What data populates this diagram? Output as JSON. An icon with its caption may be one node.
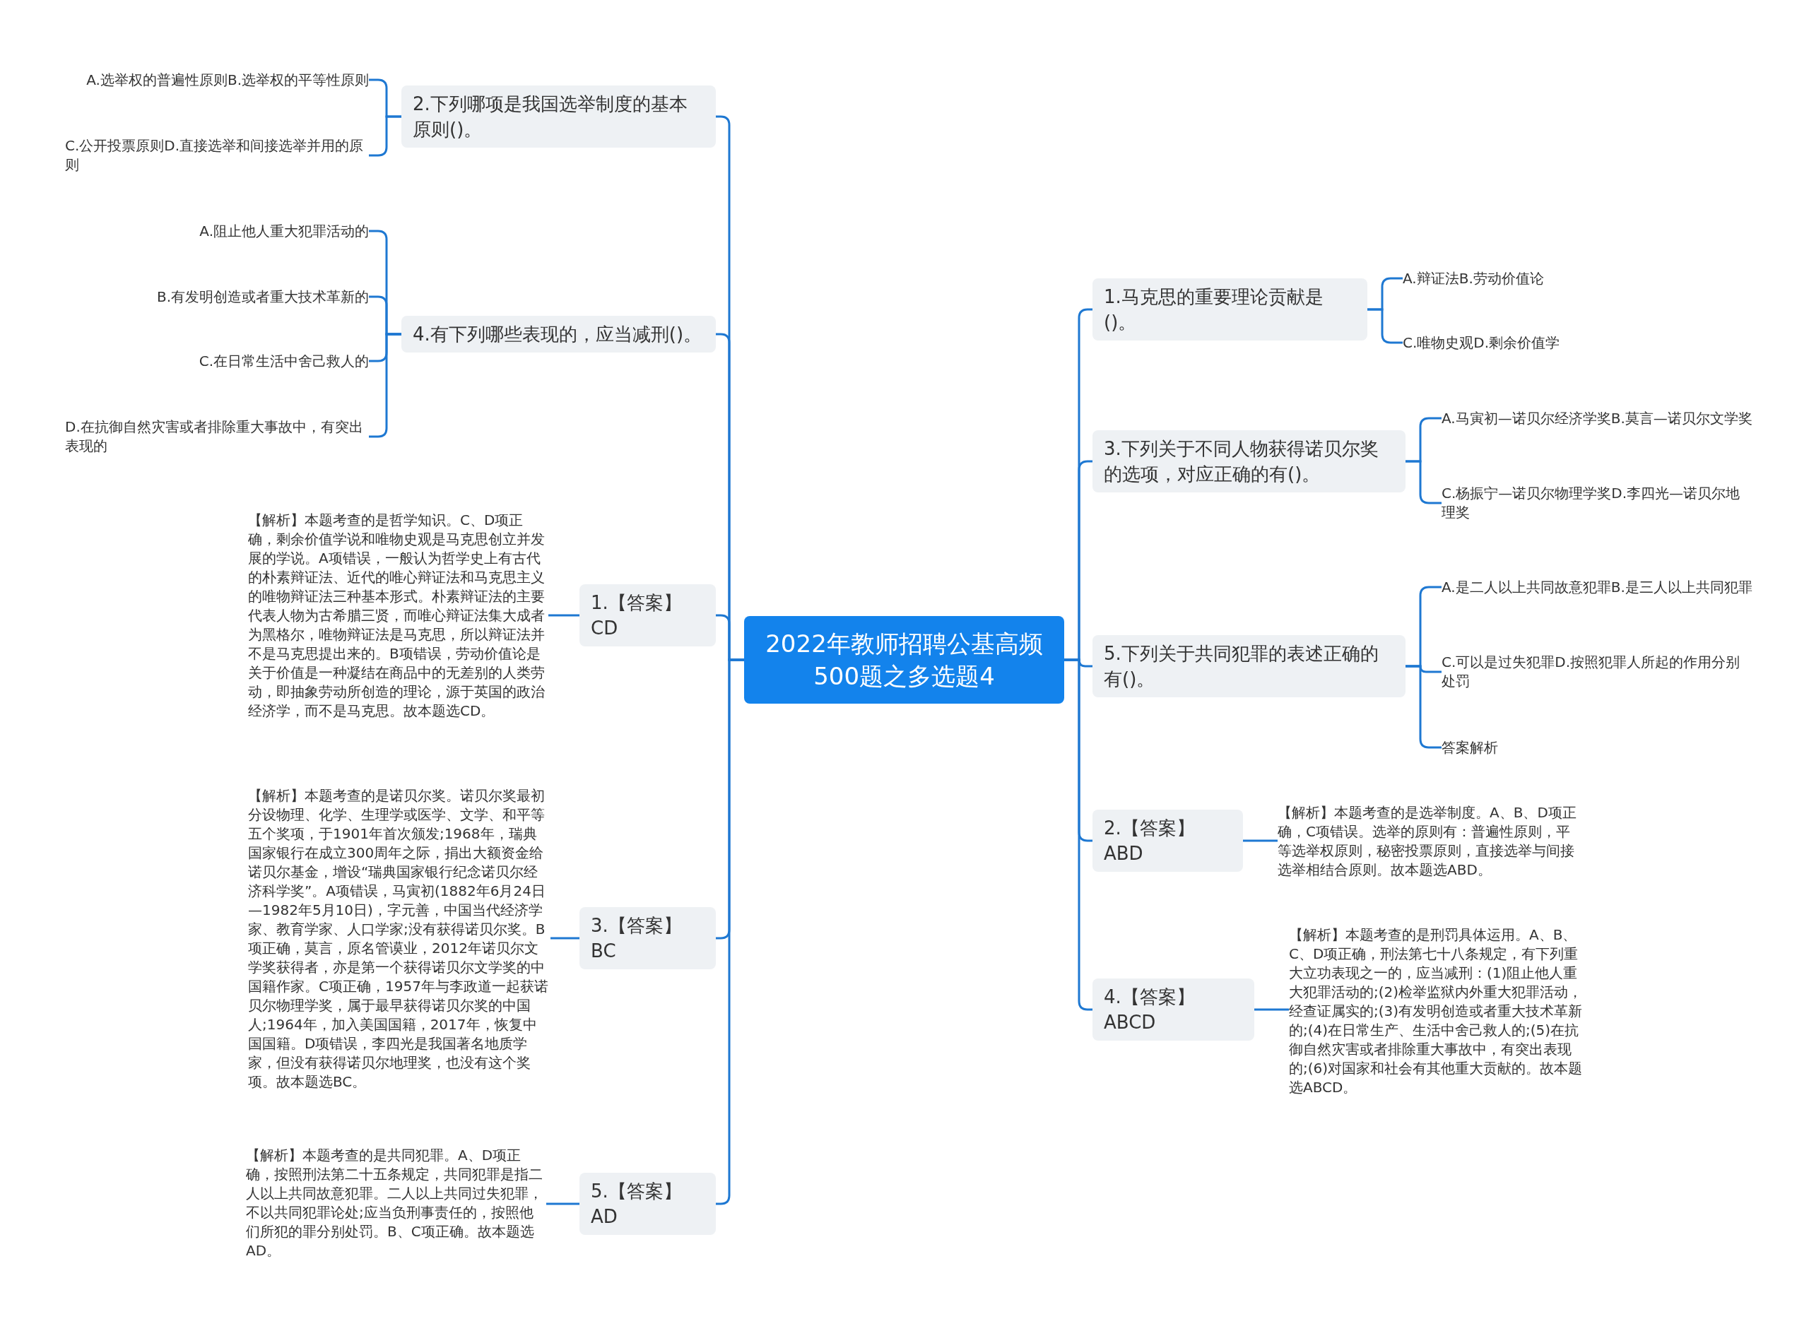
{
  "diagram": {
    "nodes": [
      {
        "text": [
          "2022年教师招聘公基高频500题之多选题4"
        ]
      },
      {
        "text": [
          "2.下列哪项是我国选举制度的基本原则()。"
        ]
      },
      {
        "text": [
          "A.选举权的普遍性原则B.选举权的平等性原则"
        ]
      },
      {
        "text": [
          "C.公开投票原则D.直接选举和间接选举并用的原则"
        ]
      },
      {
        "text": [
          "4.有下列哪些表现的，应当减刑()。"
        ]
      },
      {
        "text": [
          "A.阻止他人重大犯罪活动的"
        ]
      },
      {
        "text": [
          "B.有发明创造或者重大技术革新的"
        ]
      },
      {
        "text": [
          "C.在日常生活中舍己救人的"
        ]
      },
      {
        "text": [
          "D.在抗御自然灾害或者排除重大事故中，有突出表现的"
        ]
      },
      {
        "text": [
          "1.【答案】CD"
        ]
      },
      {
        "text": [
          "【解析】本题考查的是哲学知识。C、D项正确，剩余价值学说和唯物史观是马克思创立并发展的学说。A项错误，一般认为哲学史上有古代的朴素辩证法、近代的唯心辩证法和马克思主义的唯物辩证法三种基本形式。朴素辩证法的主要代表人物为古希腊三贤，而唯心辩证法集大成者为黑格尔，唯物辩证法是马克思，所以辩证法并不是马克思提出来的。B项错误，劳动价值论是关于价值是一种凝结在商品中的无差别的人类劳动，即抽象劳动所创造的理论，源于英国的政治经济学，而不是马克思。故本题选CD。"
        ]
      },
      {
        "text": [
          "3.【答案】BC"
        ]
      },
      {
        "text": [
          "【解析】本题考查的是诺贝尔奖。诺贝尔奖最初分设物理、化学、生理学或医学、文学、和平等五个奖项，于1901年首次颁发;1968年，瑞典国家银行在成立300周年之际，捐出大额资金给诺贝尔基金，增设“瑞典国家银行纪念诺贝尔经济科学奖”。A项错误，马寅初(1882年6月24日—1982年5月10日)，字元善，中国当代经济学家、教育学家、人口学家;没有获得诺贝尔奖。B项正确，莫言，原名管谟业，2012年诺贝尔文学奖获得者，亦是第一个获得诺贝尔文学奖的中国籍作家。C项正确，1957年与李政道一起获诺贝尔物理学奖，属于最早获得诺贝尔奖的中国人;1964年，加入美国国籍，2017年，恢复中国国籍。D项错误，李四光是我国著名地质学家，但没有获得诺贝尔地理奖，也没有这个奖项。故本题选BC。"
        ]
      },
      {
        "text": [
          "5.【答案】AD"
        ]
      },
      {
        "text": [
          "【解析】本题考查的是共同犯罪。A、D项正确，按照刑法第二十五条规定，共同犯罪是指二人以上共同故意犯罪。二人以上共同过失犯罪，不以共同犯罪论处;应当负刑事责任的，按照他们所犯的罪分别处罚。B、C项正确。故本题选AD。"
        ]
      },
      {
        "text": [
          "1.马克思的重要理论贡献是()。"
        ]
      },
      {
        "text": [
          "A.辩证法B.劳动价值论"
        ]
      },
      {
        "text": [
          "C.唯物史观D.剩余价值学"
        ]
      },
      {
        "text": [
          "3.下列关于不同人物获得诺贝尔奖的选项，对应正确的有()。"
        ]
      },
      {
        "text": [
          "A.马寅初—诺贝尔经济学奖B.莫言—诺贝尔文学奖"
        ]
      },
      {
        "text": [
          "C.杨振宁—诺贝尔物理学奖D.李四光—诺贝尔地理奖"
        ]
      },
      {
        "text": [
          "5.下列关于共同犯罪的表述正确的有()。"
        ]
      },
      {
        "text": [
          "A.是二人以上共同故意犯罪B.是三人以上共同犯罪"
        ]
      },
      {
        "text": [
          "C.可以是过失犯罪D.按照犯罪人所起的作用分别处罚"
        ]
      },
      {
        "text": [
          "答案解析"
        ]
      },
      {
        "text": [
          "2.【答案】ABD"
        ]
      },
      {
        "text": [
          "【解析】本题考查的是选举制度。A、B、D项正确，C项错误。选举的原则有：普遍性原则，平等选举权原则，秘密投票原则，直接选举与间接选举相结合原则。故本题选ABD。"
        ]
      },
      {
        "text": [
          "4.【答案】ABCD"
        ]
      },
      {
        "text": [
          "【解析】本题考查的是刑罚具体运用。A、B、C、D项正确，刑法第七十八条规定，有下列重大立功表现之一的，应当减刑：(1)阻止他人重大犯罪活动的;(2)检举监狱内外重大犯罪活动，经查证属实的;(3)有发明创造或者重大技术革新的;(4)在日常生产、生活中舍己救人的;(5)在抗御自然灾害或者排除重大事故中，有突出表现的;(6)对国家和社会有其他重大贡献的。故本题选ABCD。"
        ]
      }
    ],
    "edges": [
      {
        "from": 0,
        "to": 1,
        "arrow": "none"
      },
      {
        "from": 1,
        "to": 2,
        "arrow": "none"
      },
      {
        "from": 1,
        "to": 3,
        "arrow": "none"
      },
      {
        "from": 0,
        "to": 4,
        "arrow": "none"
      },
      {
        "from": 4,
        "to": 5,
        "arrow": "none"
      },
      {
        "from": 4,
        "to": 6,
        "arrow": "none"
      },
      {
        "from": 4,
        "to": 7,
        "arrow": "none"
      },
      {
        "from": 4,
        "to": 8,
        "arrow": "none"
      },
      {
        "from": 0,
        "to": 9,
        "arrow": "none"
      },
      {
        "from": 9,
        "to": 10,
        "arrow": "none"
      },
      {
        "from": 0,
        "to": 11,
        "arrow": "none"
      },
      {
        "from": 11,
        "to": 12,
        "arrow": "none"
      },
      {
        "from": 0,
        "to": 13,
        "arrow": "none"
      },
      {
        "from": 13,
        "to": 14,
        "arrow": "none"
      },
      {
        "from": 0,
        "to": 15,
        "arrow": "none"
      },
      {
        "from": 15,
        "to": 16,
        "arrow": "none"
      },
      {
        "from": 15,
        "to": 17,
        "arrow": "none"
      },
      {
        "from": 0,
        "to": 18,
        "arrow": "none"
      },
      {
        "from": 18,
        "to": 19,
        "arrow": "none"
      },
      {
        "from": 18,
        "to": 20,
        "arrow": "none"
      },
      {
        "from": 0,
        "to": 21,
        "arrow": "none"
      },
      {
        "from": 21,
        "to": 22,
        "arrow": "none"
      },
      {
        "from": 21,
        "to": 23,
        "arrow": "none"
      },
      {
        "from": 21,
        "to": 24,
        "arrow": "none"
      },
      {
        "from": 0,
        "to": 25,
        "arrow": "none"
      },
      {
        "from": 25,
        "to": 26,
        "arrow": "none"
      },
      {
        "from": 0,
        "to": 27,
        "arrow": "none"
      },
      {
        "from": 27,
        "to": 28,
        "arrow": "none"
      }
    ]
  }
}
